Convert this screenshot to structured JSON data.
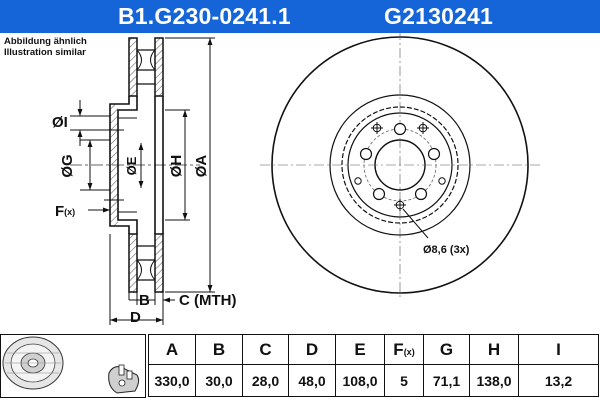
{
  "header": {
    "part_number": "B1.G230-0241.1",
    "article_number": "G2130241",
    "bg_color": "#1565d8"
  },
  "note": {
    "line1": "Abbildung ähnlich",
    "line2": "Illustration similar"
  },
  "section_labels": {
    "i": "ØI",
    "g": "ØG",
    "e": "ØE",
    "h": "ØH",
    "a": "ØA",
    "f": "F",
    "f_sub": "(x)",
    "b": "B",
    "c": "C (MTH)",
    "d": "D"
  },
  "front_view": {
    "hole_label": "Ø8,6 (3x)"
  },
  "spec_table": {
    "headers": [
      "A",
      "B",
      "C",
      "D",
      "E",
      "F",
      "G",
      "H",
      "I"
    ],
    "f_header_sub": "(x)",
    "values": [
      "330,0",
      "30,0",
      "28,0",
      "48,0",
      "108,0",
      "5",
      "71,1",
      "138,0",
      "13,2"
    ]
  },
  "thumbnail": {
    "icons": [
      "brake-disc-icon",
      "brake-caliper-icon"
    ]
  }
}
